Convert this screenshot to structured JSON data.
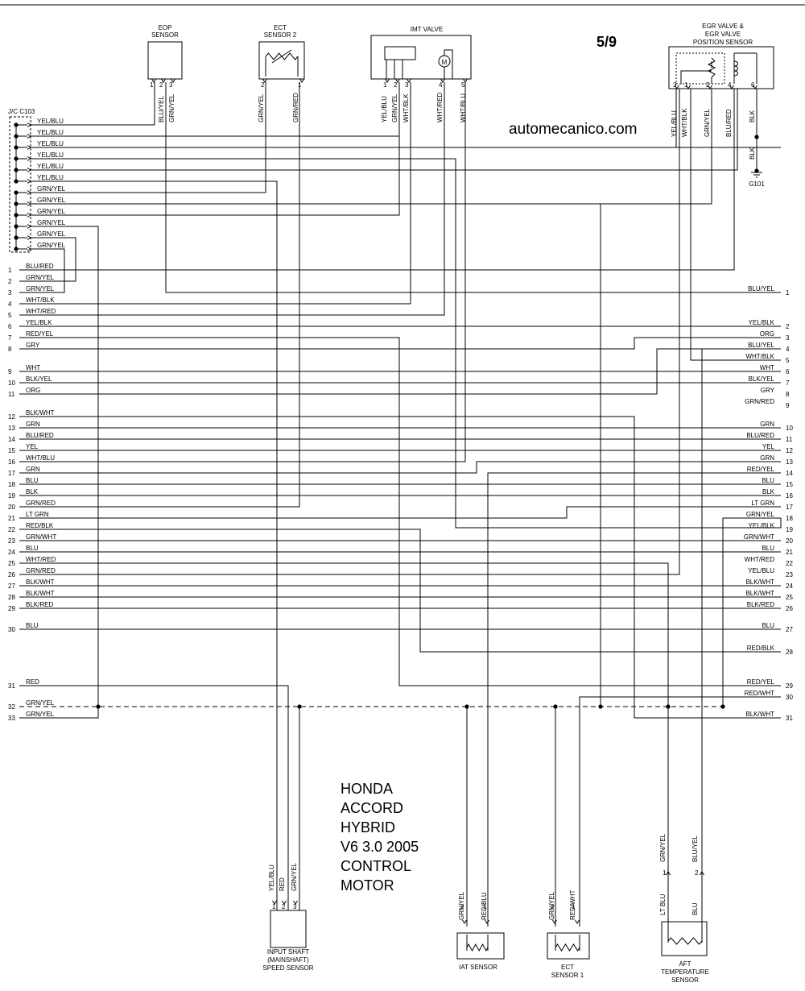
{
  "page": "5/9",
  "watermark": "automecanico.com",
  "title_lines": [
    "HONDA",
    "ACCORD",
    "HYBRID",
    "V6 3.0 2005",
    "CONTROL",
    "MOTOR"
  ],
  "components": {
    "eop": {
      "label": [
        "EOP",
        "SENSOR"
      ],
      "pins": [
        "1",
        "2",
        "3"
      ],
      "wires": [
        "BLU/YEL",
        "GRN/YEL"
      ]
    },
    "ect2": {
      "label": [
        "ECT",
        "SENSOR 2"
      ],
      "pins": [
        "2",
        "1"
      ],
      "wires": [
        "GRN/YEL",
        "GRN/RED"
      ]
    },
    "imt": {
      "label": [
        "IMT VALVE"
      ],
      "pins": [
        "1",
        "2",
        "3",
        "4",
        "5"
      ],
      "wires": [
        "YEL/BLU",
        "GRN/YEL",
        "WHT/BLK",
        "WHT/RED",
        "WHT/BLU"
      ],
      "motor": "M"
    },
    "egr": {
      "label": [
        "EGR VALVE &",
        "EGR VALVE",
        "POSITION SENSOR"
      ],
      "pins": [
        "3",
        "1",
        "2",
        "4",
        "6"
      ],
      "wires": [
        "YEL/BLU",
        "WHT/BLK",
        "GRN/YEL",
        "BLU/RED",
        "BLK"
      ],
      "ground_wire": "BLK",
      "ground": "G101"
    },
    "jc": {
      "label": "J/C C103"
    },
    "input_shaft": {
      "label": [
        "INPUT SHAFT",
        "(MAINSHAFT)",
        "SPEED SENSOR"
      ],
      "pins": [
        "1",
        "2",
        "3"
      ],
      "wires": [
        "YEL/BLU",
        "RED",
        "GRN/YEL"
      ]
    },
    "iat": {
      "label": [
        "IAT SENSOR"
      ],
      "pins": [
        "2",
        "1"
      ],
      "wires": [
        "GRN/YEL",
        "RED/BLU"
      ]
    },
    "ect1": {
      "label": [
        "ECT",
        "SENSOR 1"
      ],
      "pins": [
        "2",
        "1"
      ],
      "wires": [
        "GRN/YEL",
        "RED/WHT"
      ]
    },
    "aft": {
      "label": [
        "AFT",
        "TEMPERATURE",
        "SENSOR"
      ],
      "pins_top": [
        "1",
        "2"
      ],
      "wires_top": [
        "GRN/YEL",
        "BLU/YEL"
      ],
      "wires_bottom": [
        "LT BLU",
        "BLU"
      ]
    }
  },
  "jc_wires": [
    "YEL/BLU",
    "YEL/BLU",
    "YEL/BLU",
    "YEL/BLU",
    "YEL/BLU",
    "YEL/BLU",
    "GRN/YEL",
    "GRN/YEL",
    "GRN/YEL",
    "GRN/YEL",
    "GRN/YEL",
    "GRN/YEL"
  ],
  "left_pins": [
    {
      "n": "1",
      "w": "BLU/RED"
    },
    {
      "n": "2",
      "w": "GRN/YEL"
    },
    {
      "n": "3",
      "w": "GRN/YEL"
    },
    {
      "n": "4",
      "w": "WHT/BLK"
    },
    {
      "n": "5",
      "w": "WHT/RED"
    },
    {
      "n": "6",
      "w": "YEL/BLK"
    },
    {
      "n": "7",
      "w": "RED/YEL"
    },
    {
      "n": "8",
      "w": "GRY"
    },
    {
      "n": "9",
      "w": "WHT"
    },
    {
      "n": "10",
      "w": "BLK/YEL"
    },
    {
      "n": "11",
      "w": "ORG"
    },
    {
      "n": "12",
      "w": "BLK/WHT"
    },
    {
      "n": "13",
      "w": "GRN"
    },
    {
      "n": "14",
      "w": "BLU/RED"
    },
    {
      "n": "15",
      "w": "YEL"
    },
    {
      "n": "16",
      "w": "WHT/BLU"
    },
    {
      "n": "17",
      "w": "GRN"
    },
    {
      "n": "18",
      "w": "BLU"
    },
    {
      "n": "19",
      "w": "BLK"
    },
    {
      "n": "20",
      "w": "GRN/RED"
    },
    {
      "n": "21",
      "w": "LT GRN"
    },
    {
      "n": "22",
      "w": "RED/BLK"
    },
    {
      "n": "23",
      "w": "GRN/WHT"
    },
    {
      "n": "24",
      "w": "BLU"
    },
    {
      "n": "25",
      "w": "WHT/RED"
    },
    {
      "n": "26",
      "w": "GRN/RED"
    },
    {
      "n": "27",
      "w": "BLK/WHT"
    },
    {
      "n": "28",
      "w": "BLK/WHT"
    },
    {
      "n": "29",
      "w": "BLK/RED"
    },
    {
      "n": "30",
      "w": "BLU"
    },
    {
      "n": "31",
      "w": "RED"
    },
    {
      "n": "32",
      "w": "GRN/YEL"
    },
    {
      "n": "33",
      "w": "GRN/YEL"
    }
  ],
  "right_pins": [
    {
      "n": "1",
      "w": "BLU/YEL"
    },
    {
      "n": "2",
      "w": "YEL/BLK"
    },
    {
      "n": "3",
      "w": "ORG"
    },
    {
      "n": "4",
      "w": "BLU/YEL"
    },
    {
      "n": "5",
      "w": "WHT/BLK"
    },
    {
      "n": "6",
      "w": "WHT"
    },
    {
      "n": "7",
      "w": "BLK/YEL"
    },
    {
      "n": "8",
      "w": "GRY"
    },
    {
      "n": "9",
      "w": "GRN/RED"
    },
    {
      "n": "10",
      "w": "GRN"
    },
    {
      "n": "11",
      "w": "BLU/RED"
    },
    {
      "n": "12",
      "w": "YEL"
    },
    {
      "n": "13",
      "w": "GRN"
    },
    {
      "n": "14",
      "w": "RED/YEL"
    },
    {
      "n": "15",
      "w": "BLU"
    },
    {
      "n": "16",
      "w": "BLK"
    },
    {
      "n": "17",
      "w": "LT GRN"
    },
    {
      "n": "18",
      "w": "GRN/YEL"
    },
    {
      "n": "19",
      "w": "YEL/BLK"
    },
    {
      "n": "20",
      "w": "GRN/WHT"
    },
    {
      "n": "21",
      "w": "BLU"
    },
    {
      "n": "22",
      "w": "WHT/RED"
    },
    {
      "n": "23",
      "w": "YEL/BLU"
    },
    {
      "n": "24",
      "w": "BLK/WHT"
    },
    {
      "n": "25",
      "w": "BLK/WHT"
    },
    {
      "n": "26",
      "w": "BLK/RED"
    },
    {
      "n": "27",
      "w": "BLU"
    },
    {
      "n": "28",
      "w": "RED/BLK"
    },
    {
      "n": "29",
      "w": "RED/YEL"
    },
    {
      "n": "30",
      "w": "RED/WHT"
    },
    {
      "n": "31",
      "w": "BLK/WHT"
    }
  ]
}
